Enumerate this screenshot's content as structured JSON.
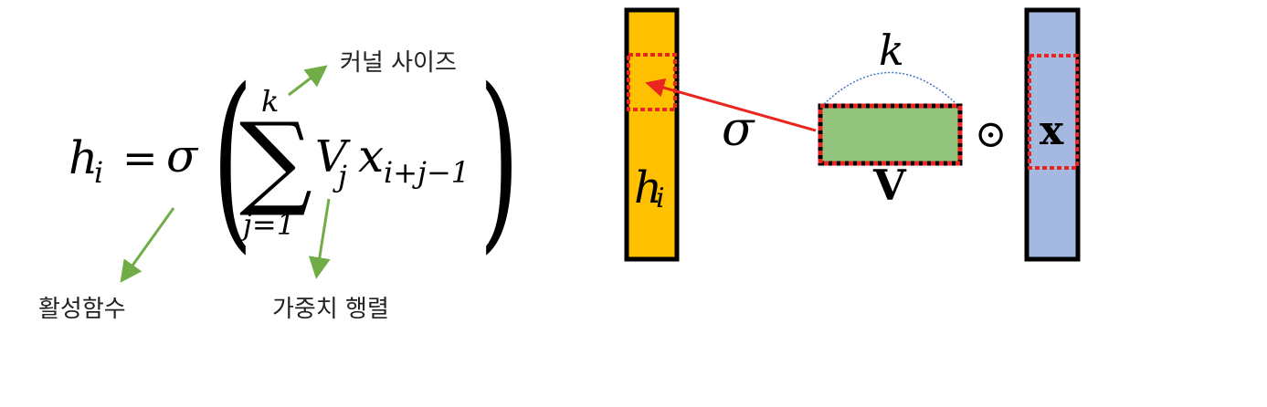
{
  "formula": {
    "h": "h",
    "h_sub": "i",
    "eq": "=",
    "sigma": "σ",
    "lparen": "(",
    "sum": "∑",
    "upper": "k",
    "lower": "j=1",
    "V": "V",
    "V_sub": "j",
    "x": "x",
    "x_sub": "i+j−1",
    "rparen": ")"
  },
  "annotations": {
    "kernel_size": "커널 사이즈",
    "activation": "활성함수",
    "weight_matrix": "가중치 행렬"
  },
  "diagram": {
    "h": "h",
    "h_sub": "i",
    "sigma": "σ",
    "k": "k",
    "V": "V",
    "odot": "⊙",
    "x": "x"
  },
  "colors": {
    "h_column": "#FFC000",
    "v_block": "#93C47D",
    "x_column": "#A4B8E0",
    "border": "#000000",
    "dashed_box": "#E8251F",
    "arrow_red": "#E8251F",
    "arrow_green": "#70AD47",
    "bracket": "#4472C4"
  }
}
